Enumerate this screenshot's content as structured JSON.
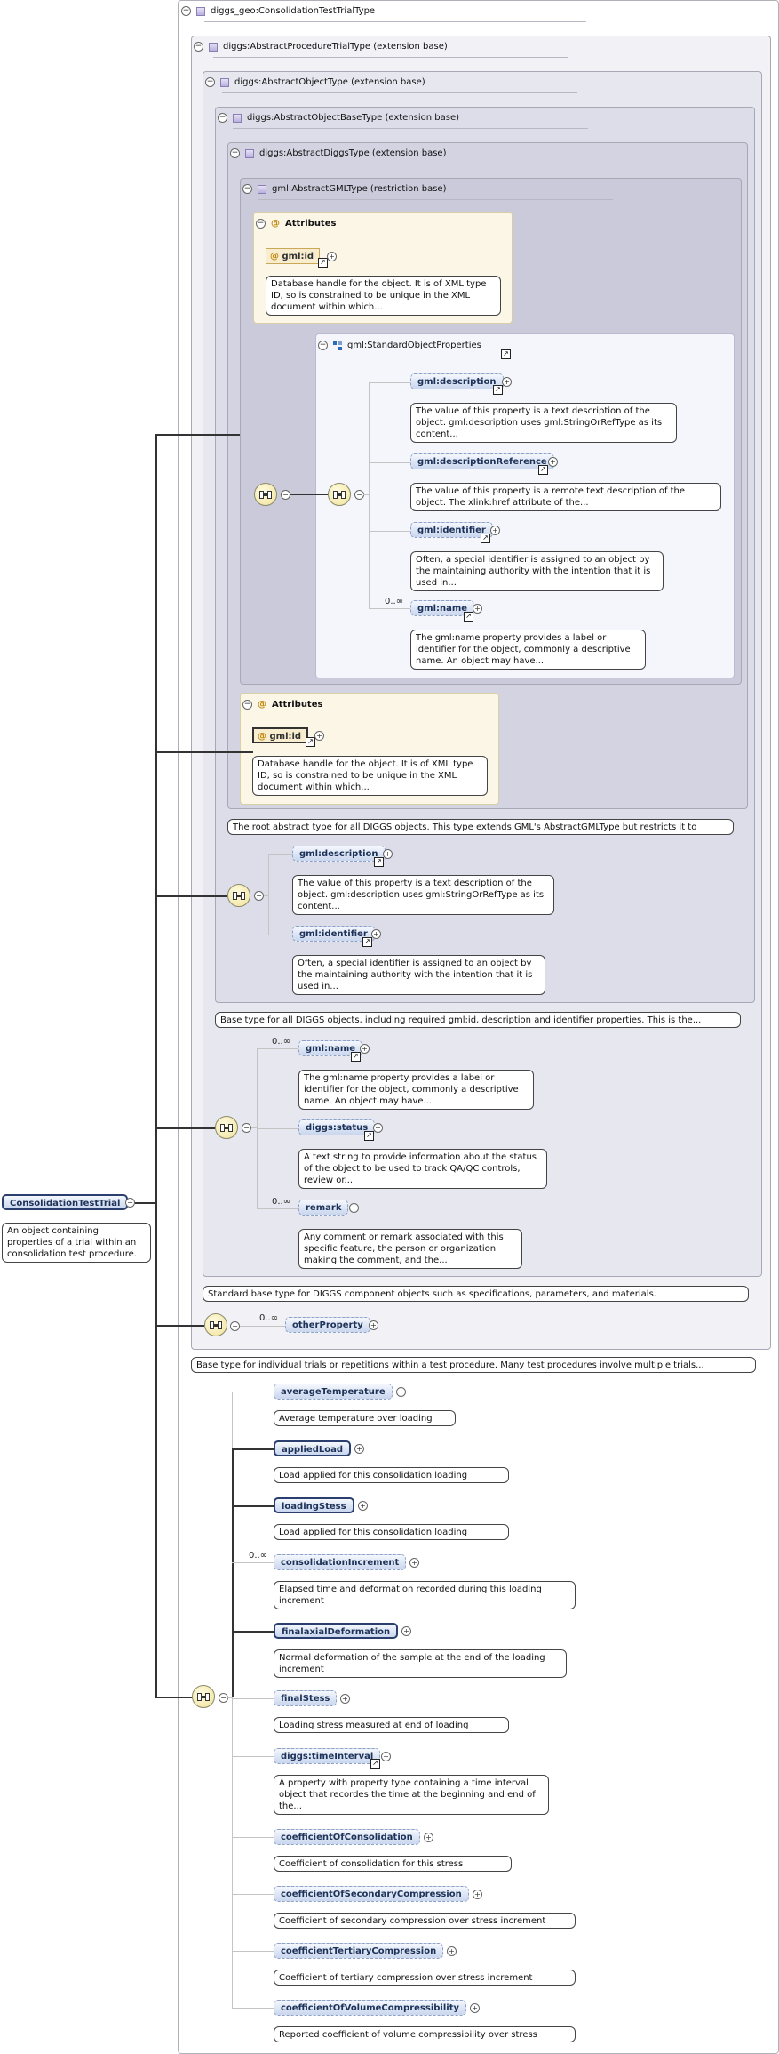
{
  "root": {
    "name": "ConsolidationTestTrial",
    "doc": "An object containing properties of a trial within an consolidation test procedure."
  },
  "types": {
    "t0": "diggs_geo:ConsolidationTestTrialType",
    "t1": "diggs:AbstractProcedureTrialType (extension base)",
    "t2": "diggs:AbstractObjectType (extension base)",
    "t3": "diggs:AbstractObjectBaseType (extension base)",
    "t4": "diggs:AbstractDiggsType (extension base)",
    "t5": "gml:AbstractGMLType (restriction base)"
  },
  "attributes_label": "Attributes",
  "gml_id": {
    "name": "gml:id",
    "doc": "Database handle for the object. It is of XML type ID, so is constrained to be unique in the XML document within which..."
  },
  "std_props": {
    "title": "gml:StandardObjectProperties",
    "card": "0..∞",
    "items": [
      {
        "name": "gml:description",
        "doc": "The value of this property is a text description of the object. gml:description uses gml:StringOrRefType as its content..."
      },
      {
        "name": "gml:descriptionReference",
        "doc": "The value of this property is a remote text description of the object. The xlink:href attribute of the..."
      },
      {
        "name": "gml:identifier",
        "doc": "Often, a special identifier is assigned to an object by the maintaining authority with the intention that it is used in..."
      },
      {
        "name": "gml:name",
        "doc": "The gml:name property provides a label or identifier for the object, commonly a descriptive name. An object may have..."
      }
    ]
  },
  "diggs_doc": "The root abstract type for all DIGGS objects. This type extends GML's AbstractGMLType but restricts it to require a...",
  "base_items": [
    {
      "name": "gml:description",
      "doc": "The value of this property is a text description of the object. gml:description uses gml:StringOrRefType as its content..."
    },
    {
      "name": "gml:identifier",
      "doc": "Often, a special identifier is assigned to an object by the maintaining authority with the intention that it is used in..."
    }
  ],
  "base_doc": "Base type for all DIGGS objects, including required gml:id, description and identifier properties. This is the...",
  "obj_items": {
    "card": "0..∞",
    "name": {
      "name": "gml:name",
      "doc": "The gml:name property provides a label or identifier for the object, commonly a descriptive name. An object may have..."
    },
    "status": {
      "name": "diggs:status",
      "doc": "A text string to provide information about the status of the object to be used to track QA/QC controls, review or..."
    },
    "remark": {
      "name": "remark",
      "doc": "Any comment or remark associated with this specific feature, the person or organization making the comment, and the..."
    }
  },
  "obj_doc": "Standard base type for DIGGS component objects such as specifications, parameters, and materials.",
  "other": {
    "card": "0..∞",
    "name": "otherProperty"
  },
  "trial_doc": "Base type for individual trials or repetitions within a test procedure. Many test procedures involve multiple trials...",
  "trial_items": {
    "card": "0..∞",
    "items": [
      {
        "name": "averageTemperature",
        "doc": "Average temperature over loading increment"
      },
      {
        "name": "appliedLoad",
        "doc": "Load applied for this consolidation loading increment"
      },
      {
        "name": "loadingStess",
        "doc": "Load applied for this consolidation loading increment"
      },
      {
        "name": "consolidationIncrement",
        "doc": "Elapsed time and deformation recorded during this loading increment"
      },
      {
        "name": "finalaxialDeformation",
        "doc": "Normal deformation of the sample at the end of the loading increment"
      },
      {
        "name": "finalStess",
        "doc": "Loading stress measured at end of loading increment"
      },
      {
        "name": "diggs:timeInterval",
        "doc": "A property with property type containing a time interval object that recordes the time at the beginning and end of the..."
      },
      {
        "name": "coefficientOfConsolidation",
        "doc": "Coefficient of consolidation for this stress increment."
      },
      {
        "name": "coefficientOfSecondaryCompression",
        "doc": "Coefficient of secondary compression over stress increment"
      },
      {
        "name": "coefficientTertiaryCompression",
        "doc": "Coefficient of tertiary compression over stress increment"
      },
      {
        "name": "coefficientOfVolumeCompressibility",
        "doc": "Reported coefficient of volume compressibility over stress increment"
      }
    ]
  }
}
